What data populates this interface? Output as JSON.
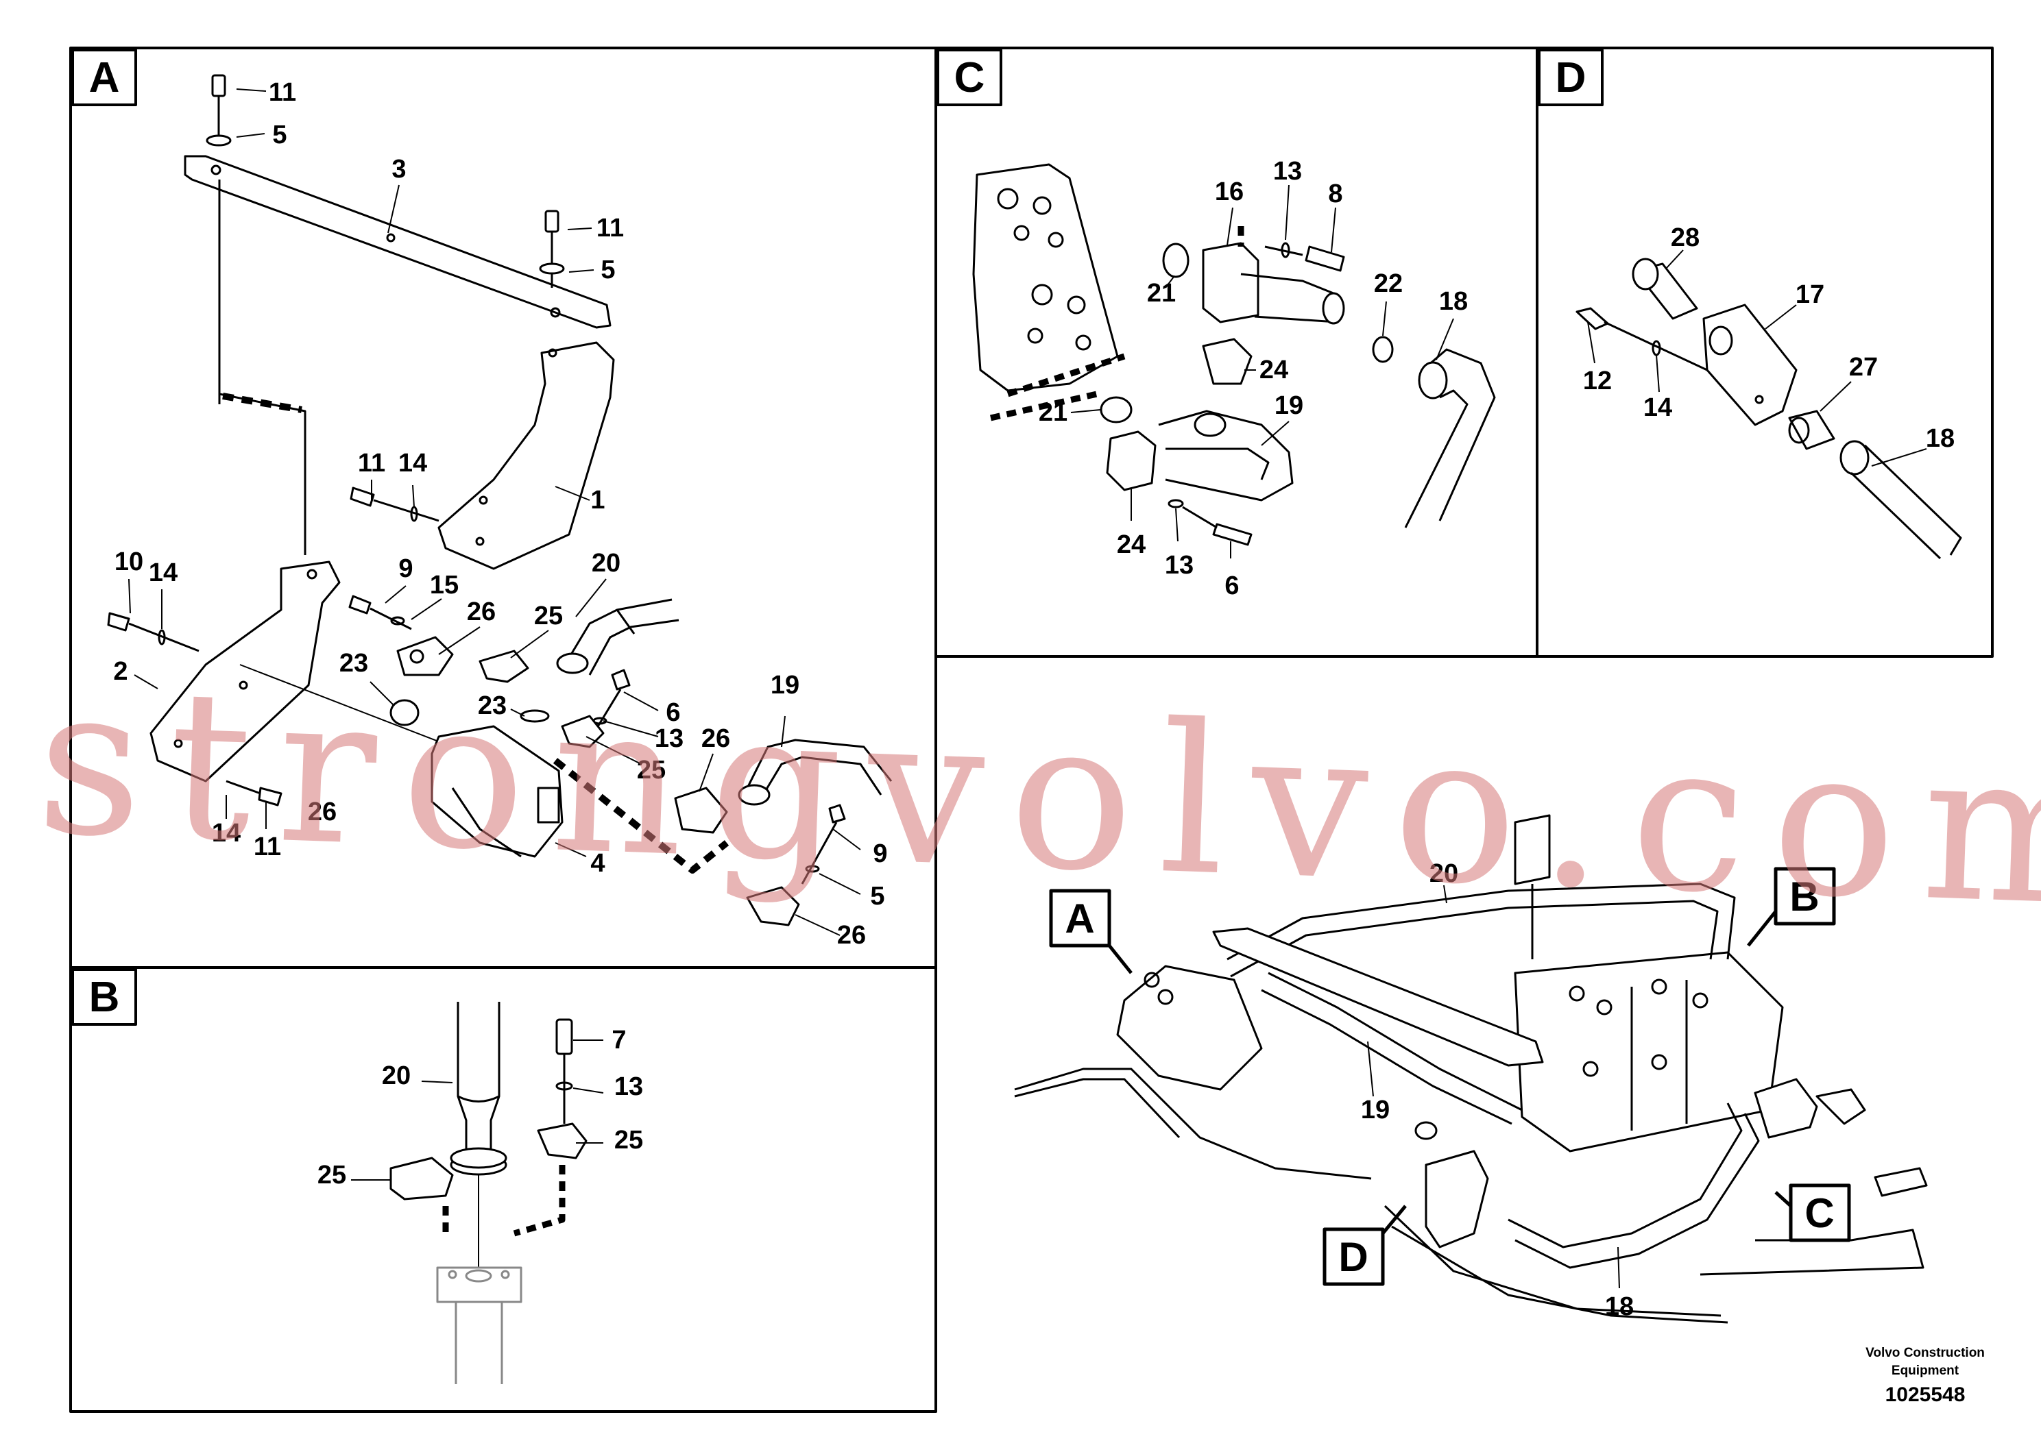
{
  "panels": {
    "A": {
      "letter": "A",
      "labels": [
        {
          "id": "a11a",
          "text": "11"
        },
        {
          "id": "a5a",
          "text": "5"
        },
        {
          "id": "a3",
          "text": "3"
        },
        {
          "id": "a11b",
          "text": "11"
        },
        {
          "id": "a5b",
          "text": "5"
        },
        {
          "id": "a11c",
          "text": "11"
        },
        {
          "id": "a14a",
          "text": "14"
        },
        {
          "id": "a1",
          "text": "1"
        },
        {
          "id": "a10",
          "text": "10"
        },
        {
          "id": "a14b",
          "text": "14"
        },
        {
          "id": "a9a",
          "text": "9"
        },
        {
          "id": "a15",
          "text": "15"
        },
        {
          "id": "a26a",
          "text": "26"
        },
        {
          "id": "a25a",
          "text": "25"
        },
        {
          "id": "a20",
          "text": "20"
        },
        {
          "id": "a2",
          "text": "2"
        },
        {
          "id": "a23a",
          "text": "23"
        },
        {
          "id": "a23b",
          "text": "23"
        },
        {
          "id": "a6",
          "text": "6"
        },
        {
          "id": "a13",
          "text": "13"
        },
        {
          "id": "a25b",
          "text": "25"
        },
        {
          "id": "a26b",
          "text": "26"
        },
        {
          "id": "a19",
          "text": "19"
        },
        {
          "id": "a26c",
          "text": "26"
        },
        {
          "id": "a14c",
          "text": "14"
        },
        {
          "id": "a11d",
          "text": "11"
        },
        {
          "id": "a4",
          "text": "4"
        },
        {
          "id": "a9b",
          "text": "9"
        },
        {
          "id": "a5c",
          "text": "5"
        },
        {
          "id": "a26d",
          "text": "26"
        }
      ]
    },
    "B": {
      "letter": "B",
      "labels": [
        {
          "id": "b7",
          "text": "7"
        },
        {
          "id": "b20",
          "text": "20"
        },
        {
          "id": "b13",
          "text": "13"
        },
        {
          "id": "b25a",
          "text": "25"
        },
        {
          "id": "b25b",
          "text": "25"
        }
      ]
    },
    "C": {
      "letter": "C",
      "labels": [
        {
          "id": "c13a",
          "text": "13"
        },
        {
          "id": "c16",
          "text": "16"
        },
        {
          "id": "c8",
          "text": "8"
        },
        {
          "id": "c22",
          "text": "22"
        },
        {
          "id": "c18",
          "text": "18"
        },
        {
          "id": "c21a",
          "text": "21"
        },
        {
          "id": "c24a",
          "text": "24"
        },
        {
          "id": "c21b",
          "text": "21"
        },
        {
          "id": "c19",
          "text": "19"
        },
        {
          "id": "c24b",
          "text": "24"
        },
        {
          "id": "c13b",
          "text": "13"
        },
        {
          "id": "c6",
          "text": "6"
        }
      ]
    },
    "D": {
      "letter": "D",
      "labels": [
        {
          "id": "d28",
          "text": "28"
        },
        {
          "id": "d17",
          "text": "17"
        },
        {
          "id": "d12",
          "text": "12"
        },
        {
          "id": "d14",
          "text": "14"
        },
        {
          "id": "d27",
          "text": "27"
        },
        {
          "id": "d18",
          "text": "18"
        }
      ]
    },
    "overview": {
      "labels": [
        {
          "id": "o20",
          "text": "20"
        },
        {
          "id": "o19",
          "text": "19"
        },
        {
          "id": "o18",
          "text": "18"
        }
      ],
      "callouts": [
        {
          "id": "cA",
          "text": "A"
        },
        {
          "id": "cB",
          "text": "B"
        },
        {
          "id": "cC",
          "text": "C"
        },
        {
          "id": "cD",
          "text": "D"
        }
      ]
    }
  },
  "footer": {
    "manufacturer_line1": "Volvo Construction",
    "manufacturer_line2": "Equipment",
    "drawing_number": "1025548"
  },
  "watermark": "strongvolvo.com"
}
